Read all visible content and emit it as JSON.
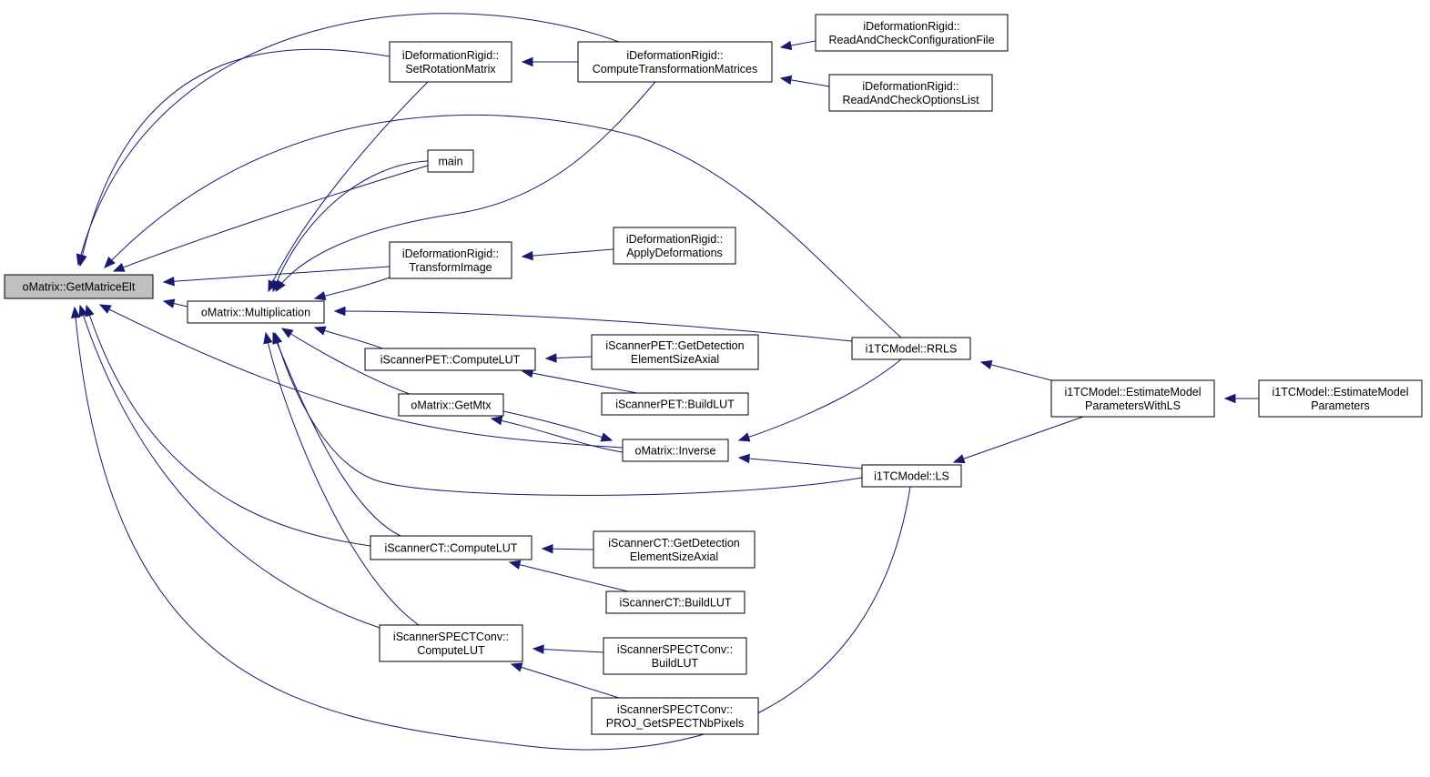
{
  "graph": {
    "type": "caller-graph",
    "colors": {
      "edge": "#191970",
      "root_fill": "#bfbfbf",
      "node_fill": "#ffffff",
      "node_border": "#000000"
    },
    "nodes": [
      {
        "id": "getmatriceelt",
        "lines": [
          "oMatrix::GetMatriceElt"
        ],
        "root": true
      },
      {
        "id": "setrotationmatrix",
        "lines": [
          "iDeformationRigid::",
          "SetRotationMatrix"
        ]
      },
      {
        "id": "computetransformationmatrices",
        "lines": [
          "iDeformationRigid::",
          "ComputeTransformationMatrices"
        ]
      },
      {
        "id": "readandcheckconfigurationfile",
        "lines": [
          "iDeformationRigid::",
          "ReadAndCheckConfigurationFile"
        ]
      },
      {
        "id": "readandcheckoptionslist",
        "lines": [
          "iDeformationRigid::",
          "ReadAndCheckOptionsList"
        ]
      },
      {
        "id": "main",
        "lines": [
          "main"
        ]
      },
      {
        "id": "transformimage",
        "lines": [
          "iDeformationRigid::",
          "TransformImage"
        ]
      },
      {
        "id": "applydeformations",
        "lines": [
          "iDeformationRigid::",
          "ApplyDeformations"
        ]
      },
      {
        "id": "multiplication",
        "lines": [
          "oMatrix::Multiplication"
        ]
      },
      {
        "id": "scannerpet-computelut",
        "lines": [
          "iScannerPET::ComputeLUT"
        ]
      },
      {
        "id": "scannerpet-getdetection",
        "lines": [
          "iScannerPET::GetDetection",
          "ElementSizeAxial"
        ]
      },
      {
        "id": "scannerpet-buildlut",
        "lines": [
          "iScannerPET::BuildLUT"
        ]
      },
      {
        "id": "getmtx",
        "lines": [
          "oMatrix::GetMtx"
        ]
      },
      {
        "id": "inverse",
        "lines": [
          "oMatrix::Inverse"
        ]
      },
      {
        "id": "rrls",
        "lines": [
          "i1TCModel::RRLS"
        ]
      },
      {
        "id": "ls",
        "lines": [
          "i1TCModel::LS"
        ]
      },
      {
        "id": "estimatewithls",
        "lines": [
          "i1TCModel::EstimateModel",
          "ParametersWithLS"
        ]
      },
      {
        "id": "estimateparams",
        "lines": [
          "i1TCModel::EstimateModel",
          "Parameters"
        ]
      },
      {
        "id": "scannerct-computelut",
        "lines": [
          "iScannerCT::ComputeLUT"
        ]
      },
      {
        "id": "scannerct-getdetection",
        "lines": [
          "iScannerCT::GetDetection",
          "ElementSizeAxial"
        ]
      },
      {
        "id": "scannerct-buildlut",
        "lines": [
          "iScannerCT::BuildLUT"
        ]
      },
      {
        "id": "spectconv-computelut",
        "lines": [
          "iScannerSPECTConv::",
          "ComputeLUT"
        ]
      },
      {
        "id": "spectconv-buildlut",
        "lines": [
          "iScannerSPECTConv::",
          "BuildLUT"
        ]
      },
      {
        "id": "spectconv-proj",
        "lines": [
          "iScannerSPECTConv::",
          "PROJ_GetSPECTNbPixels"
        ]
      }
    ],
    "edges": [
      {
        "from": "setrotationmatrix",
        "to": "getmatriceelt"
      },
      {
        "from": "computetransformationmatrices",
        "to": "getmatriceelt"
      },
      {
        "from": "computetransformationmatrices",
        "to": "setrotationmatrix"
      },
      {
        "from": "readandcheckconfigurationfile",
        "to": "computetransformationmatrices"
      },
      {
        "from": "readandcheckoptionslist",
        "to": "computetransformationmatrices"
      },
      {
        "from": "main",
        "to": "getmatriceelt"
      },
      {
        "from": "transformimage",
        "to": "getmatriceelt"
      },
      {
        "from": "applydeformations",
        "to": "transformimage"
      },
      {
        "from": "multiplication",
        "to": "getmatriceelt"
      },
      {
        "from": "rrls",
        "to": "getmatriceelt"
      },
      {
        "from": "inverse",
        "to": "getmatriceelt"
      },
      {
        "from": "scannerct-computelut",
        "to": "getmatriceelt"
      },
      {
        "from": "spectconv-computelut",
        "to": "getmatriceelt"
      },
      {
        "from": "ls",
        "to": "getmatriceelt"
      },
      {
        "from": "setrotationmatrix",
        "to": "multiplication"
      },
      {
        "from": "computetransformationmatrices",
        "to": "multiplication"
      },
      {
        "from": "main",
        "to": "multiplication"
      },
      {
        "from": "transformimage",
        "to": "multiplication"
      },
      {
        "from": "scannerpet-computelut",
        "to": "multiplication"
      },
      {
        "from": "getmtx",
        "to": "multiplication"
      },
      {
        "from": "scannerct-computelut",
        "to": "multiplication"
      },
      {
        "from": "spectconv-computelut",
        "to": "multiplication"
      },
      {
        "from": "ls",
        "to": "multiplication"
      },
      {
        "from": "rrls",
        "to": "multiplication"
      },
      {
        "from": "scannerpet-getdetection",
        "to": "scannerpet-computelut"
      },
      {
        "from": "scannerpet-buildlut",
        "to": "scannerpet-computelut"
      },
      {
        "from": "inverse",
        "to": "getmtx"
      },
      {
        "from": "getmtx",
        "to": "inverse"
      },
      {
        "from": "rrls",
        "to": "inverse"
      },
      {
        "from": "ls",
        "to": "inverse"
      },
      {
        "from": "estimatewithls",
        "to": "rrls"
      },
      {
        "from": "estimatewithls",
        "to": "ls"
      },
      {
        "from": "estimateparams",
        "to": "estimatewithls"
      },
      {
        "from": "scannerct-getdetection",
        "to": "scannerct-computelut"
      },
      {
        "from": "scannerct-buildlut",
        "to": "scannerct-computelut"
      },
      {
        "from": "spectconv-buildlut",
        "to": "spectconv-computelut"
      },
      {
        "from": "spectconv-proj",
        "to": "spectconv-computelut"
      }
    ]
  }
}
